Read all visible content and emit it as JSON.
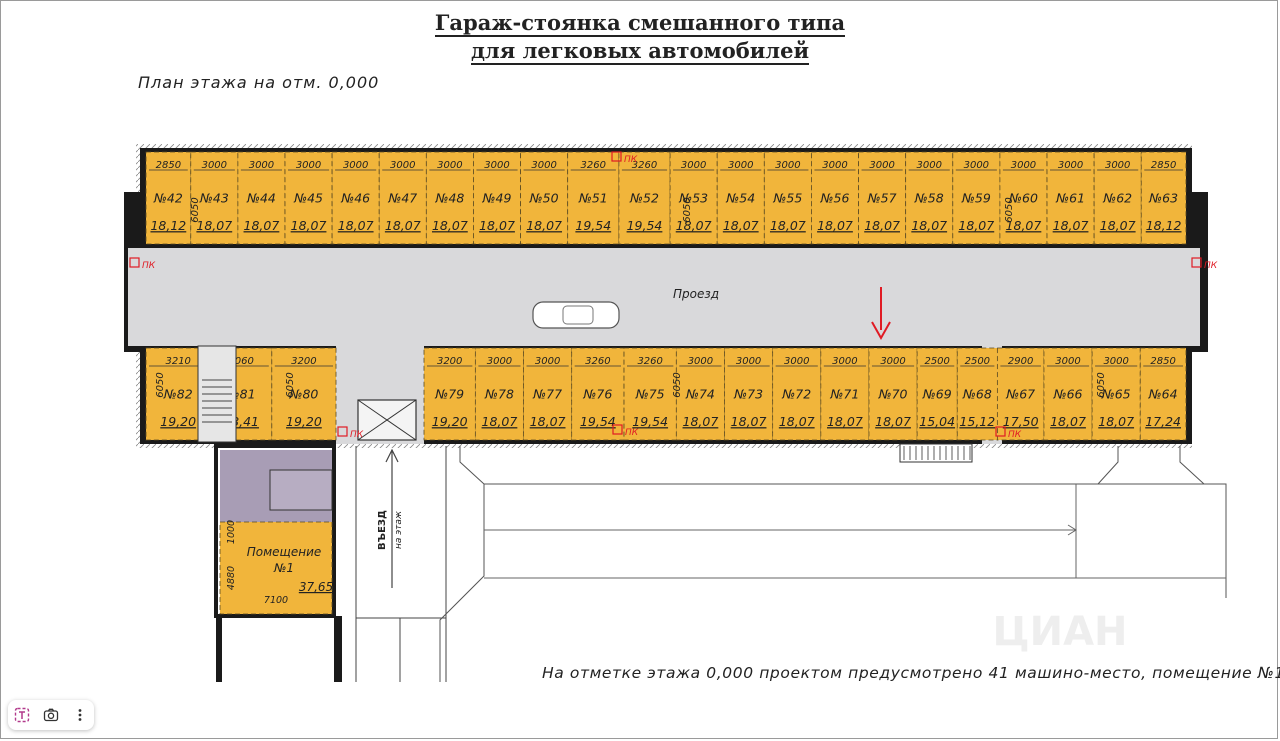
{
  "header": {
    "title_line1": "Гараж-стоянка смешанного типа",
    "title_line2": "для легковых автомобилей",
    "subtitle": "План этажа на отм. 0,000"
  },
  "colors": {
    "space": "#f1b53b",
    "corridor": "#d9d9db",
    "wall": "#1a1a1a",
    "room": "#a89db5",
    "marker": "#e01b24"
  },
  "top_row": [
    {
      "width": "2850",
      "num": "№42",
      "area": "18,12"
    },
    {
      "width": "3000",
      "num": "№43",
      "area": "18,07"
    },
    {
      "width": "3000",
      "num": "№44",
      "area": "18,07"
    },
    {
      "width": "3000",
      "num": "№45",
      "area": "18,07"
    },
    {
      "width": "3000",
      "num": "№46",
      "area": "18,07"
    },
    {
      "width": "3000",
      "num": "№47",
      "area": "18,07"
    },
    {
      "width": "3000",
      "num": "№48",
      "area": "18,07"
    },
    {
      "width": "3000",
      "num": "№49",
      "area": "18,07"
    },
    {
      "width": "3000",
      "num": "№50",
      "area": "18,07"
    },
    {
      "width": "3260",
      "num": "№51",
      "area": "19,54"
    },
    {
      "width": "3260",
      "num": "№52",
      "area": "19,54"
    },
    {
      "width": "3000",
      "num": "№53",
      "area": "18,07"
    },
    {
      "width": "3000",
      "num": "№54",
      "area": "18,07"
    },
    {
      "width": "3000",
      "num": "№55",
      "area": "18,07"
    },
    {
      "width": "3000",
      "num": "№56",
      "area": "18,07"
    },
    {
      "width": "3000",
      "num": "№57",
      "area": "18,07"
    },
    {
      "width": "3000",
      "num": "№58",
      "area": "18,07"
    },
    {
      "width": "3000",
      "num": "№59",
      "area": "18,07"
    },
    {
      "width": "3000",
      "num": "№60",
      "area": "18,07"
    },
    {
      "width": "3000",
      "num": "№61",
      "area": "18,07"
    },
    {
      "width": "3000",
      "num": "№62",
      "area": "18,07"
    },
    {
      "width": "2850",
      "num": "№63",
      "area": "18,12"
    }
  ],
  "bottom_left": [
    {
      "width": "3210",
      "num": "№82",
      "area": "19,20"
    },
    {
      "width": "3060",
      "num": "№81",
      "area": "18,41"
    },
    {
      "width": "3200",
      "num": "№80",
      "area": "19,20"
    }
  ],
  "bottom_right": [
    {
      "width": "3200",
      "num": "№79",
      "area": "19,20"
    },
    {
      "width": "3000",
      "num": "№78",
      "area": "18,07"
    },
    {
      "width": "3000",
      "num": "№77",
      "area": "18,07"
    },
    {
      "width": "3260",
      "num": "№76",
      "area": "19,54"
    },
    {
      "width": "3260",
      "num": "№75",
      "area": "19,54"
    },
    {
      "width": "3000",
      "num": "№74",
      "area": "18,07"
    },
    {
      "width": "3000",
      "num": "№73",
      "area": "18,07"
    },
    {
      "width": "3000",
      "num": "№72",
      "area": "18,07"
    },
    {
      "width": "3000",
      "num": "№71",
      "area": "18,07"
    },
    {
      "width": "3000",
      "num": "№70",
      "area": "18,07"
    },
    {
      "width": "2500",
      "num": "№69",
      "area": "15,04"
    },
    {
      "width": "2500",
      "num": "№68",
      "area": "15,12"
    },
    {
      "width": "2900",
      "num": "№67",
      "area": "17,50"
    },
    {
      "width": "3000",
      "num": "№66",
      "area": "18,07"
    },
    {
      "width": "3000",
      "num": "№65",
      "area": "18,07"
    },
    {
      "width": "2850",
      "num": "№64",
      "area": "17,24"
    }
  ],
  "depth_label": "6050",
  "corridor_label": "Проезд",
  "fire_marker": "ПК",
  "entry_label": "ВЪЕЗД",
  "entry_sub": "на этаж",
  "room": {
    "name": "Помещение",
    "num": "№1",
    "area": "37,65",
    "dim_width": "7100",
    "dim_a": "1000",
    "dim_b": "4880"
  },
  "footnote": "На отметке этажа 0,000 проектом предусмотрено  41  машино-место, помещение №1.",
  "watermark": "ЦИАН",
  "toolbar": {
    "icons": [
      "text-select-icon",
      "camera-icon",
      "more-vertical-icon"
    ]
  }
}
